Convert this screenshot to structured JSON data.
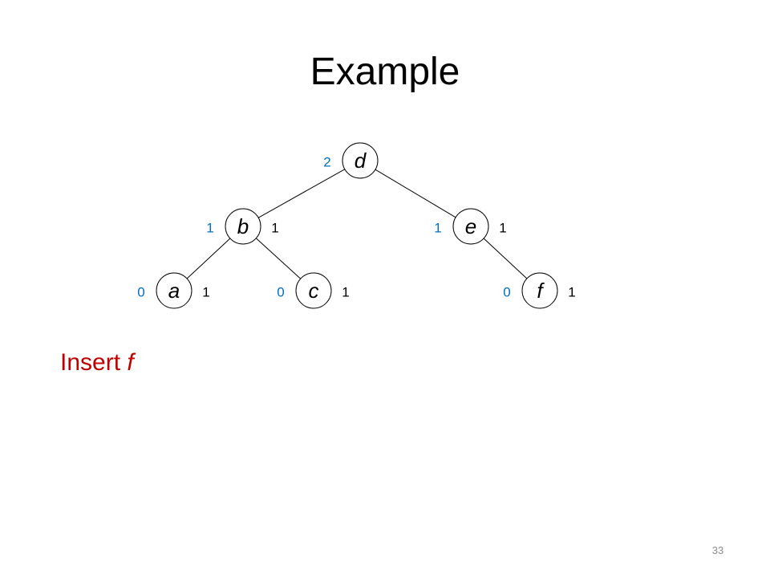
{
  "slide": {
    "title": "Example",
    "caption": {
      "text": "Insert ",
      "variable": "f"
    },
    "slide_number": "33"
  },
  "colors": {
    "title": "#000000",
    "caption": "#c00000",
    "left_annotation": "#0070c0",
    "right_annotation": "#000000",
    "slide_number": "#8c8c8c"
  },
  "tree": {
    "nodes": [
      {
        "id": "d",
        "label": "d",
        "left": "2",
        "right": ""
      },
      {
        "id": "b",
        "label": "b",
        "left": "1",
        "right": "1"
      },
      {
        "id": "e",
        "label": "e",
        "left": "1",
        "right": "1"
      },
      {
        "id": "a",
        "label": "a",
        "left": "0",
        "right": "1"
      },
      {
        "id": "c",
        "label": "c",
        "left": "0",
        "right": "1"
      },
      {
        "id": "f",
        "label": "f",
        "left": "0",
        "right": "1"
      }
    ],
    "edges": [
      {
        "from": "d",
        "to": "b"
      },
      {
        "from": "d",
        "to": "e"
      },
      {
        "from": "b",
        "to": "a"
      },
      {
        "from": "b",
        "to": "c"
      },
      {
        "from": "e",
        "to": "f"
      }
    ]
  }
}
